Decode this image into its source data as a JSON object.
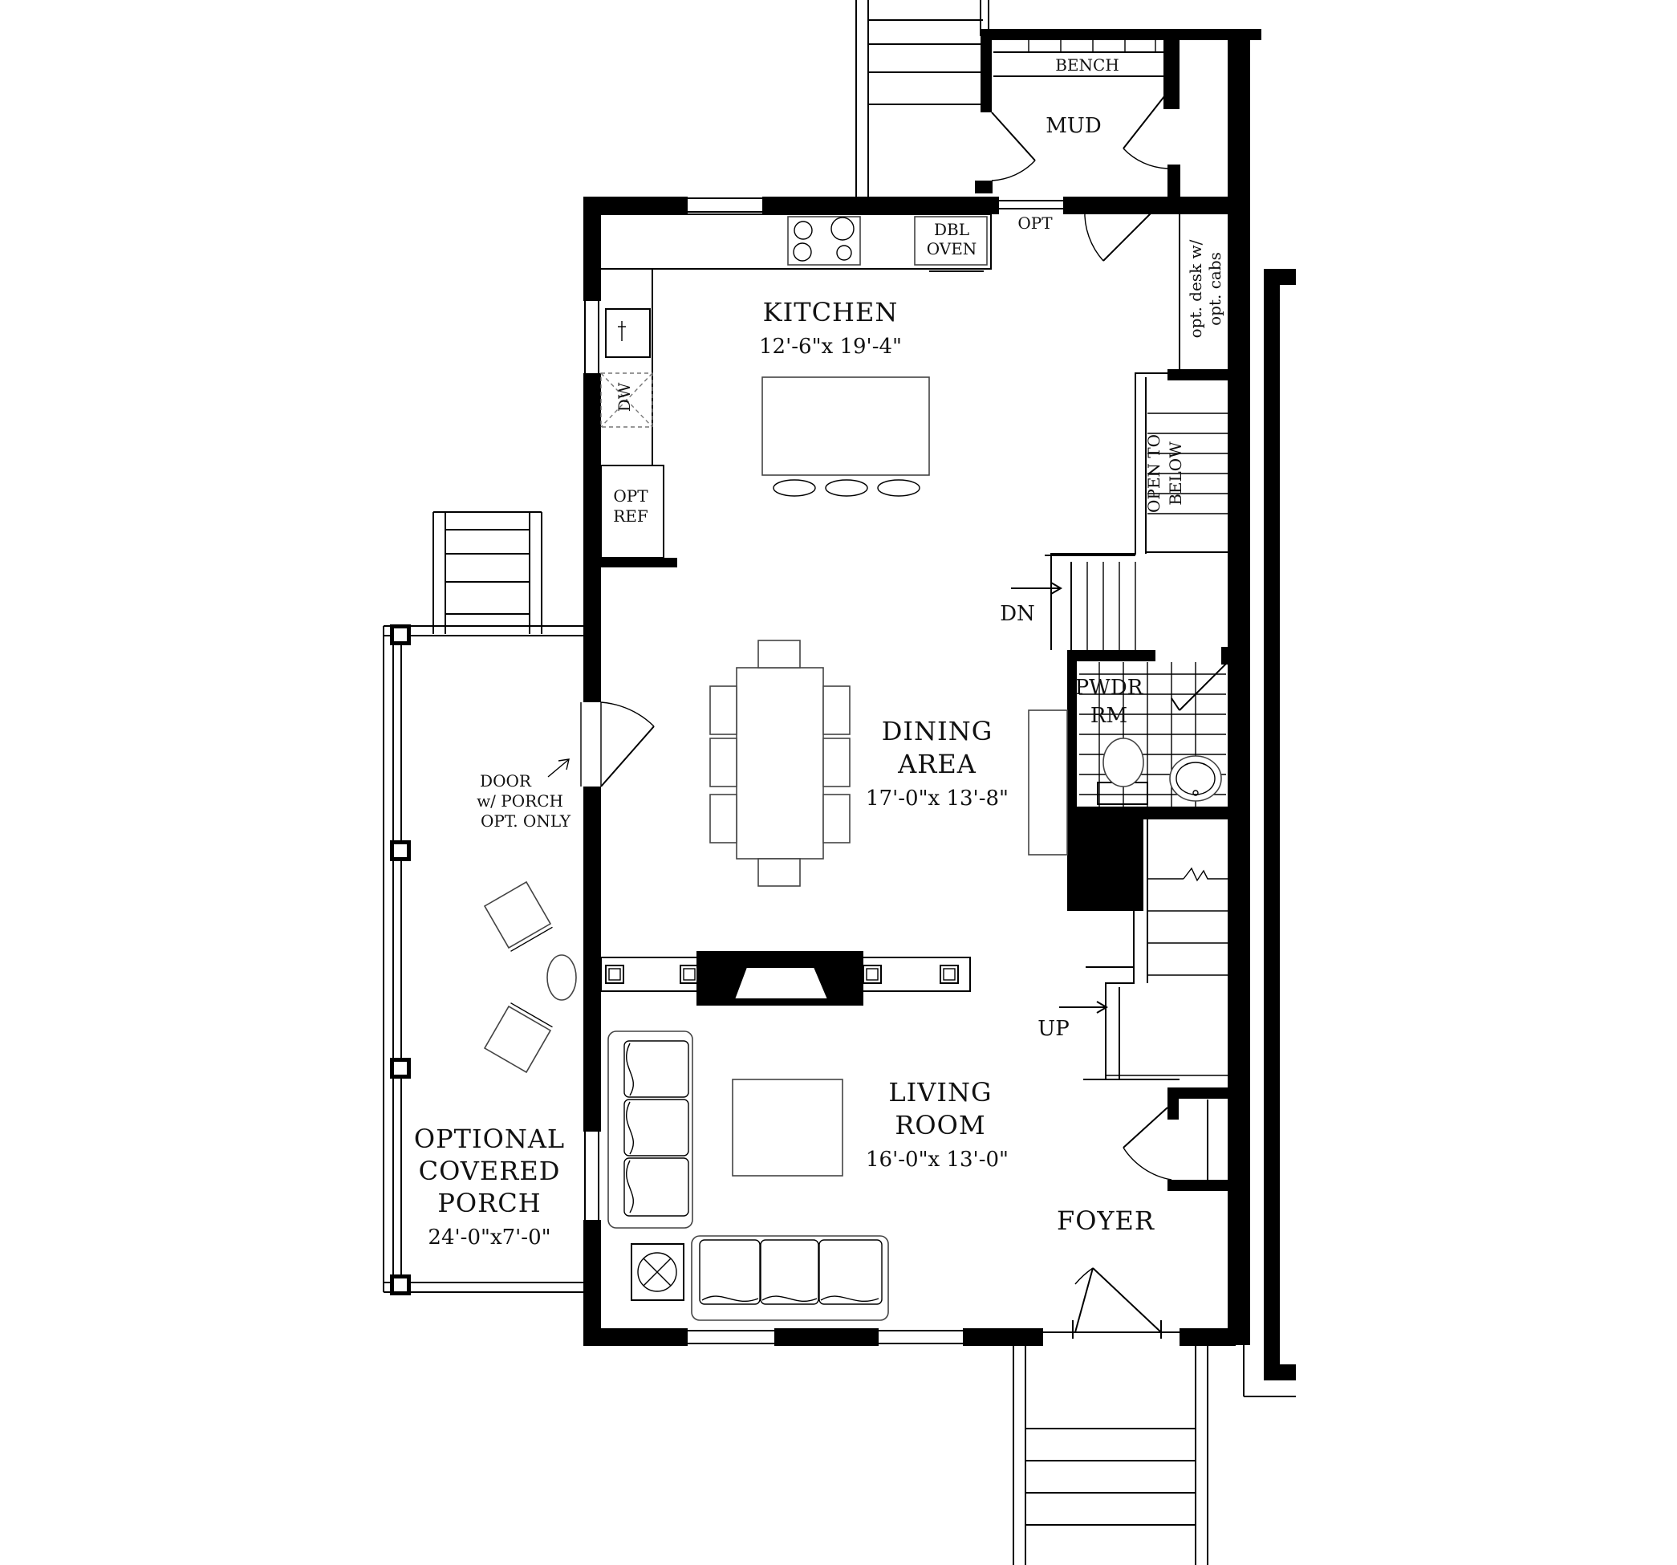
{
  "rooms": {
    "mud": "MUD",
    "bench": "BENCH",
    "kitchen": "KITCHEN",
    "kitchen_dim": "12'-6\"x 19'-4\"",
    "dining_line1": "DINING",
    "dining_line2": "AREA",
    "dining_dim": "17'-0\"x 13'-8\"",
    "living_line1": "LIVING",
    "living_line2": "ROOM",
    "living_dim": "16'-0\"x 13'-0\"",
    "foyer": "FOYER",
    "pwdr_line1": "PWDR",
    "pwdr_line2": "RM",
    "porch_line1": "OPTIONAL",
    "porch_line2": "COVERED",
    "porch_line3": "PORCH",
    "porch_dim": "24'-0\"x7'-0\""
  },
  "fixtures": {
    "dbl_line1": "DBL",
    "dbl_line2": "OVEN",
    "opt": "OPT",
    "opt_ref_line1": "OPT",
    "opt_ref_line2": "REF",
    "dw": "DW",
    "desk_line1": "opt. desk w/",
    "desk_line2": "opt. cabs",
    "open_line1": "OPEN TO",
    "open_line2": "BELOW"
  },
  "stairs": {
    "dn": "DN",
    "up": "UP"
  },
  "notes": {
    "door_line1": "DOOR",
    "door_line2": "w/ PORCH",
    "door_line3": "OPT. ONLY"
  }
}
